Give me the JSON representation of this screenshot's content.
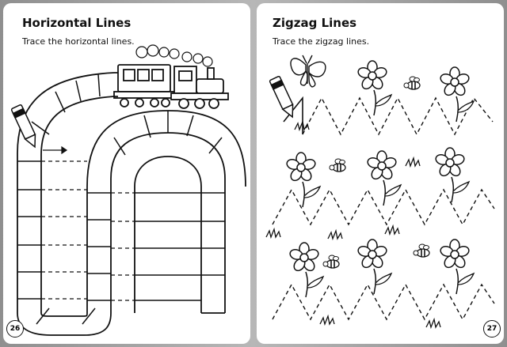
{
  "left_page": {
    "title": "Horizontal Lines",
    "instruction": "Trace the horizontal lines.",
    "page_number": "26"
  },
  "right_page": {
    "title": "Zigzag Lines",
    "instruction": "Trace the zigzag lines.",
    "page_number": "27"
  },
  "colors": {
    "ink": "#111111",
    "page": "#ffffff",
    "background": "#9a9a9a"
  },
  "icons": [
    "crayon-icon",
    "train-icon",
    "butterfly-icon",
    "bee-icon",
    "flower-icon",
    "grass-icon",
    "track-icon"
  ]
}
